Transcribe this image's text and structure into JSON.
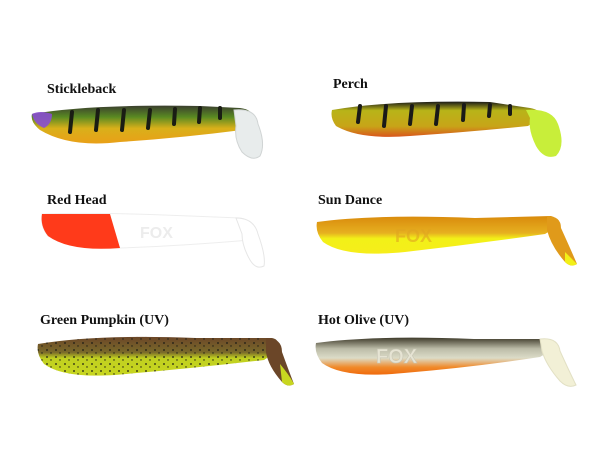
{
  "chart": {
    "items": [
      {
        "label": "Stickleback",
        "colors": {
          "back": "#3b3f2e",
          "upper": "#5a8a22",
          "belly": "#e9b418",
          "tail": "#e8ecec",
          "accent": "#8a4fd0"
        }
      },
      {
        "label": "Perch",
        "colors": {
          "back": "#1a1a18",
          "upper": "#c6c21c",
          "belly": "#d9561c",
          "tail": "#c8ee3a"
        }
      },
      {
        "label": "Red Head",
        "colors": {
          "head": "#ff3a1a",
          "body": "#ffffff",
          "shade": "#e8e8e8"
        }
      },
      {
        "label": "Sun Dance",
        "colors": {
          "back": "#d98a0c",
          "belly": "#f2f018",
          "tail": "#e09a1a"
        }
      },
      {
        "label": "Green Pumpkin (UV)",
        "colors": {
          "back": "#6b4628",
          "belly": "#c8d620",
          "speck": "#1a1a14"
        }
      },
      {
        "label": "Hot Olive (UV)",
        "colors": {
          "back": "#3e3a2a",
          "mid": "#d8d8c4",
          "belly": "#f06a0c",
          "tail": "#f2f0d6"
        }
      }
    ],
    "watermark": "FOX"
  }
}
